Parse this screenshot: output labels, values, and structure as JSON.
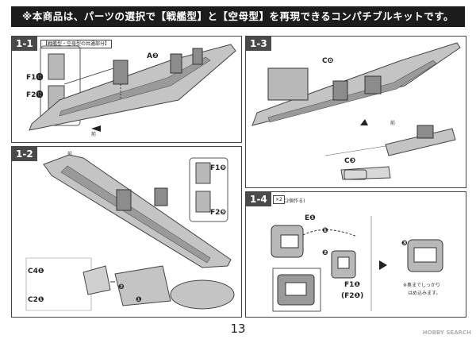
{
  "banner": {
    "text": "※本商品は、パーツの選択で【戦艦型】と【空母型】を再現できるコンパチブルキットです。"
  },
  "steps": {
    "s11": {
      "num": "1-1",
      "tag": "【戦艦型・空母型の共通部分】",
      "a2": "A❷",
      "f1": "F1⓬",
      "f2": "F2⓬",
      "front": "前"
    },
    "s12": {
      "num": "1-2",
      "front": "前",
      "f1": "F1❾",
      "f2": "F2❾",
      "c4": "C4❶",
      "c2": "C2❶",
      "n1": "❶",
      "n2": "❷"
    },
    "s13": {
      "num": "1-3",
      "c8": "C❽",
      "c3": "C❸",
      "front": "前"
    },
    "s14": {
      "num": "1-4",
      "x2": "×2",
      "x2note": "(2個作る)",
      "e1": "E❶",
      "f1": "F1❶",
      "f2": "(F2❶)",
      "n1": "❶",
      "n2": "❷",
      "n3": "❸",
      "note1": "※奥までしっかり",
      "note2": "はめ込みます。"
    }
  },
  "page_number": "13",
  "credit": "HOBBY SEARCH"
}
